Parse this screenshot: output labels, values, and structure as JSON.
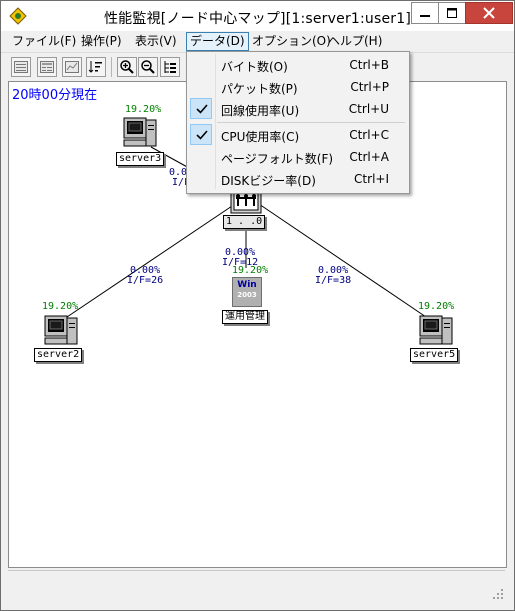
{
  "window": {
    "title": "性能監視[ノード中心マップ][1:server1:user1]"
  },
  "menubar": {
    "items": [
      {
        "label": "ファイル(F)"
      },
      {
        "label": "操作(P)"
      },
      {
        "label": "表示(V)"
      },
      {
        "label": "データ(D)"
      },
      {
        "label": "オプション(O)"
      },
      {
        "label": "ヘルプ(H)"
      }
    ]
  },
  "data_menu": {
    "items": [
      {
        "label": "バイト数(O)",
        "shortcut": "Ctrl+B",
        "checked": false
      },
      {
        "label": "パケット数(P)",
        "shortcut": "Ctrl+P",
        "checked": false
      },
      {
        "label": "回線使用率(U)",
        "shortcut": "Ctrl+U",
        "checked": true
      },
      {
        "label": "CPU使用率(C)",
        "shortcut": "Ctrl+C",
        "checked": true
      },
      {
        "label": "ページフォルト数(F)",
        "shortcut": "Ctrl+A",
        "checked": false
      },
      {
        "label": "DISKビジー率(D)",
        "shortcut": "Ctrl+I",
        "checked": false
      }
    ]
  },
  "map": {
    "timestamp": "20時00分現在",
    "nodes": {
      "server3": {
        "name": "server3",
        "cpu": "19.20%"
      },
      "server2": {
        "name": "server2",
        "cpu": "19.20%"
      },
      "server5": {
        "name": "server5",
        "cpu": "19.20%"
      },
      "admin": {
        "name": "運用管理",
        "cpu": "19.20%",
        "icon_text_1": "Win",
        "icon_text_2": "2003"
      },
      "hub": {
        "name": "1 . .0"
      }
    },
    "links": {
      "server3": {
        "rate": "0.00",
        "if": "I/F"
      },
      "server2": {
        "rate": "0.00%",
        "if": "I/F=26"
      },
      "admin": {
        "rate": "0.00%",
        "if": "I/F=12"
      },
      "server5": {
        "rate": "0.00%",
        "if": "I/F=38"
      }
    }
  },
  "colors": {
    "accent": "#0000ff",
    "pct_green": "#008000",
    "net_navy": "#000080",
    "close_red": "#c7453c"
  }
}
